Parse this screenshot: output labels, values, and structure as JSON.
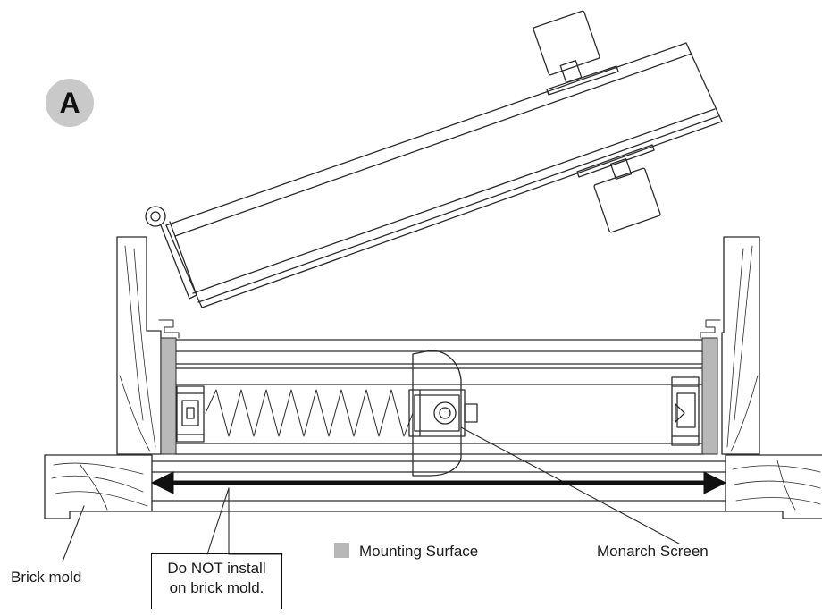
{
  "figure": {
    "badge": "A",
    "labels": {
      "brick_mold": "Brick mold",
      "mounting_surface": "Mounting Surface",
      "monarch_screen": "Monarch Screen",
      "note_line1": "Do NOT install",
      "note_line2": "on brick mold."
    },
    "colors": {
      "line": "#2a2a2a",
      "mounting_surface": "#b8b8b8",
      "badge": "#c9c9c9",
      "arrow": "#111111"
    }
  }
}
